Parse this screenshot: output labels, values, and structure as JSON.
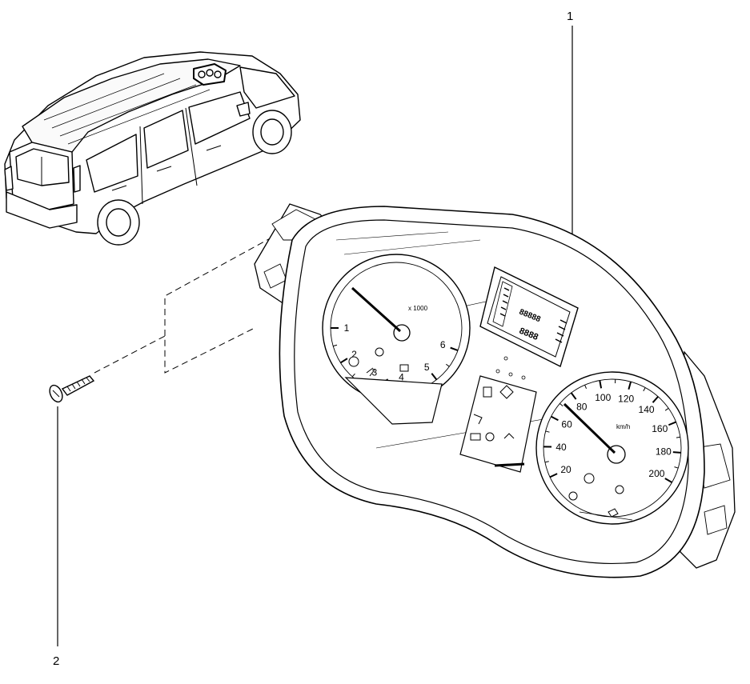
{
  "callouts": [
    {
      "id": "1",
      "label": "1"
    },
    {
      "id": "2",
      "label": "2"
    }
  ],
  "tachometer": {
    "multiplier": "x 1000",
    "scale": [
      "1",
      "2",
      "3",
      "4",
      "5",
      "6"
    ]
  },
  "speedometer": {
    "unit": "km/h",
    "scale": [
      "20",
      "40",
      "60",
      "80",
      "100",
      "120",
      "140",
      "160",
      "180",
      "200"
    ]
  },
  "lcd": {
    "line1": "88888",
    "line2": "8888"
  },
  "icons": {
    "vehicle": "station-wagon-vehicle-icon",
    "cluster": "instrument-cluster-icon",
    "screw": "screw-icon"
  }
}
